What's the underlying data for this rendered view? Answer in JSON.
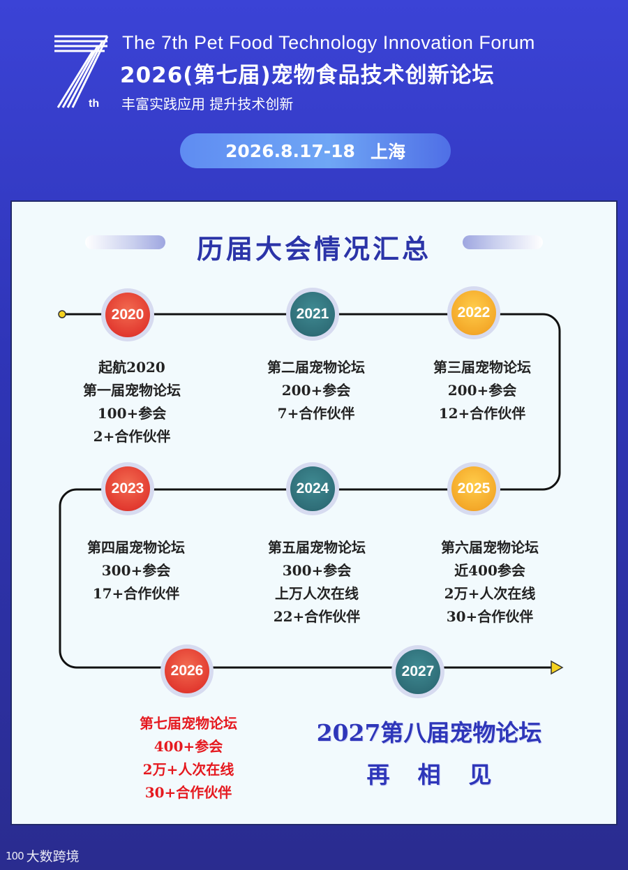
{
  "header": {
    "logo_number": "7",
    "logo_suffix": "th",
    "title_en": "The 7th Pet Food Technology Innovation Forum",
    "title_cn": "2026(第七届)宠物食品技术创新论坛",
    "subtitle": "丰富实践应用 提升技术创新",
    "date": "2026.8.17-18",
    "location": "上海"
  },
  "section_title": "历届大会情况汇总",
  "timeline": [
    {
      "year": "2020",
      "color": "red",
      "lines": [
        "起航2020",
        "第一届宠物论坛",
        "100+参会",
        "2+合作伙伴"
      ]
    },
    {
      "year": "2021",
      "color": "teal",
      "lines": [
        "第二届宠物论坛",
        "200+参会",
        "7+合作伙伴"
      ]
    },
    {
      "year": "2022",
      "color": "gold",
      "lines": [
        "第三届宠物论坛",
        "200+参会",
        "12+合作伙伴"
      ]
    },
    {
      "year": "2023",
      "color": "red",
      "lines": [
        "第四届宠物论坛",
        "300+参会",
        "17+合作伙伴"
      ]
    },
    {
      "year": "2024",
      "color": "teal",
      "lines": [
        "第五届宠物论坛",
        "300+参会",
        "上万人次在线",
        "22+合作伙伴"
      ]
    },
    {
      "year": "2025",
      "color": "gold",
      "lines": [
        "第六届宠物论坛",
        "近400参会",
        "2万+人次在线",
        "30+合作伙伴"
      ]
    },
    {
      "year": "2026",
      "color": "red",
      "lines": [
        "第七届宠物论坛",
        "400+参会",
        "2万+人次在线",
        "30+合作伙伴"
      ]
    },
    {
      "year": "2027",
      "color": "teal",
      "lines": []
    }
  ],
  "next_forum": {
    "line1": "2027第八届宠物论坛",
    "line2": "再相见"
  },
  "watermark": {
    "mark": "100",
    "text": "大数跨境"
  },
  "colors": {
    "background": "#3b43d6",
    "accent_blue": "#2b34a8",
    "node_red": "#e23a30",
    "node_teal": "#2f6e78",
    "node_gold": "#f4a92a",
    "highlight_text": "#e5191f"
  }
}
